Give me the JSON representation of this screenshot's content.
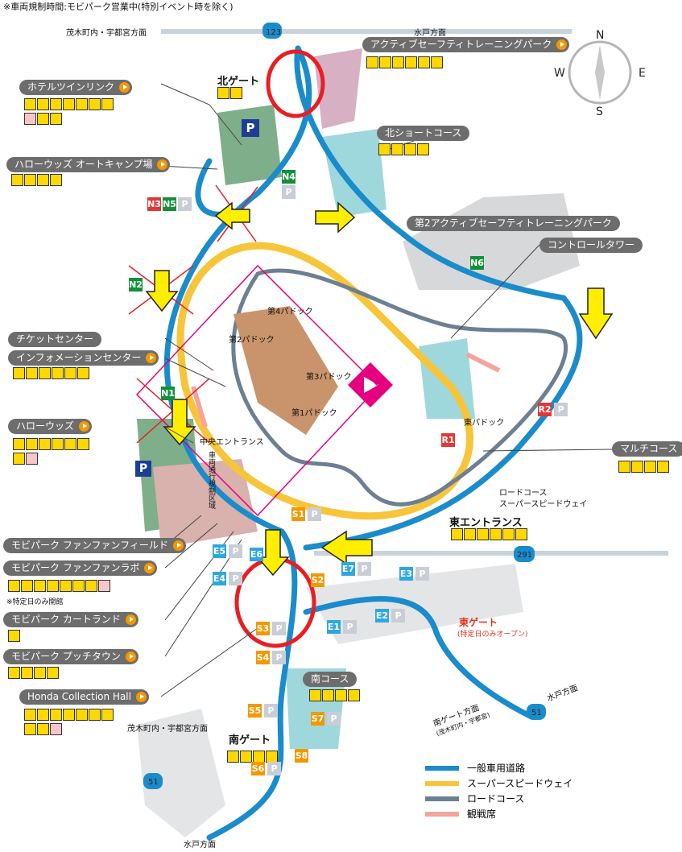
{
  "notice": "※車両規制時間:モビパーク営業中(特別イベント時を除く)",
  "roads": {
    "route123": "123",
    "route291": "291",
    "route51_east": "51",
    "route51_south": "51",
    "dir_motegi_top": "茂木町内・宇都宮方面",
    "dir_mito_top": "水戸方面",
    "dir_motegi_south": "茂木町内・宇都宮方面",
    "dir_mito_bottom": "水戸方面",
    "dir_mito_east": "水戸方面",
    "south_gate_direction": "南ゲート方面",
    "south_gate_direction_sub": "(茂木町内・宇都宮)"
  },
  "facilities": {
    "active_safety_park": "アクティブセーフティトレーニングパーク",
    "hotel_twinring": "ホテルツインリンク",
    "hello_woods_camp": "ハローウッズ オートキャンプ場",
    "north_short_course": "北ショートコース",
    "second_active_safety_park": "第2アクティブセーフティトレーニングパーク",
    "control_tower": "コントロールタワー",
    "ticket_center": "チケットセンター",
    "information_center": "インフォメーションセンター",
    "hello_woods": "ハローウッズ",
    "multi_course": "マルチコース",
    "mobi_funfun_field": "モビパーク ファンファンフィールド",
    "mobi_funfun_lab": "モビパーク ファンファンラボ",
    "special_days_note": "※特定日のみ開館",
    "mobi_cart_land": "モビパーク カートランド",
    "mobi_petit_town": "モビパーク プッチタウン",
    "honda_collection_hall": "Honda Collection Hall",
    "south_course": "南コース"
  },
  "places": {
    "north_gate": "北ゲート",
    "east_entrance": "東エントランス",
    "south_gate": "南ゲート",
    "east_gate": "東ゲート",
    "east_gate_note": "(特定日のみオープン)",
    "central_entrance": "中央エントランス",
    "shuttle_zone": "車両通行規制区域",
    "paddock1": "第1パドック",
    "paddock2": "第2パドック",
    "paddock3": "第3パドック",
    "paddock4": "第4パドック",
    "east_paddock": "東パドック",
    "road_course": "ロードコース",
    "superspeedway": "スーパースピードウェイ"
  },
  "parking": {
    "n1": "N1",
    "n2": "N2",
    "n3": "N3",
    "n4": "N4",
    "n5": "N5",
    "n6": "N6",
    "r1": "R1",
    "r2": "R2",
    "e1": "E1",
    "e2": "E2",
    "e3": "E3",
    "e4": "E4",
    "e5": "E5",
    "e6": "E6",
    "e7": "E7",
    "s1": "S1",
    "s2": "S2",
    "s3": "S3",
    "s4": "S4",
    "s5": "S5",
    "s6": "S6",
    "s7": "S7",
    "s8": "S8",
    "p": "P"
  },
  "compass": {
    "n": "N",
    "s": "S",
    "e": "E",
    "w": "W"
  },
  "legend": [
    {
      "label": "一般車用道路",
      "color": "#1a8ccc"
    },
    {
      "label": "スーパースピードウェイ",
      "color": "#f7c53a"
    },
    {
      "label": "ロードコース",
      "color": "#6d7f92"
    },
    {
      "label": "観戦席",
      "color": "#f3a49c"
    }
  ],
  "colors": {
    "road": "#1a8ccc",
    "speedway": "#f7c53a",
    "road_course": "#6d7f92",
    "grandstand": "#f3a49c",
    "gray_area": "#d6d8da",
    "green_area": "#7fae8a",
    "pink_area": "#d7b0c4",
    "cyan_area": "#9fd8dc",
    "annotation_red": "#e81e25",
    "annotation_yellow": "#ffee00"
  }
}
